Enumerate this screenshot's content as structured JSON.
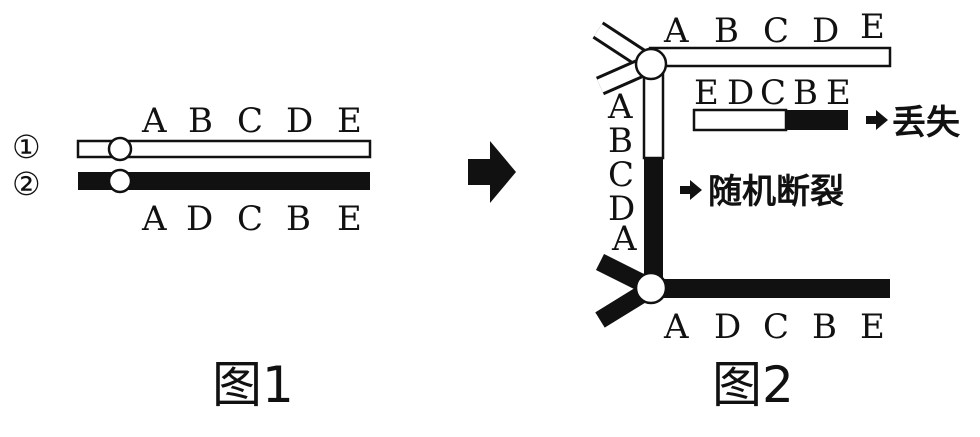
{
  "fig1": {
    "caption": "图1",
    "chrom1_marker": "①",
    "chrom2_marker": "②",
    "chrom1_genes": [
      "A",
      "B",
      "C",
      "D",
      "E"
    ],
    "chrom2_genes": [
      "A",
      "D",
      "C",
      "B",
      "E"
    ]
  },
  "fig2": {
    "caption": "图2",
    "top_genes": [
      "A",
      "B",
      "C",
      "D",
      "E"
    ],
    "fragment_genes": [
      "E",
      "D",
      "C",
      "B",
      "E"
    ],
    "lost_label": "丢失",
    "vertical_genes": [
      "A",
      "B",
      "C",
      "D",
      "A"
    ],
    "break_label": "随机断裂",
    "bottom_genes": [
      "A",
      "D",
      "C",
      "B",
      "E"
    ]
  },
  "colors": {
    "dark": "#111111",
    "light": "#ffffff"
  }
}
